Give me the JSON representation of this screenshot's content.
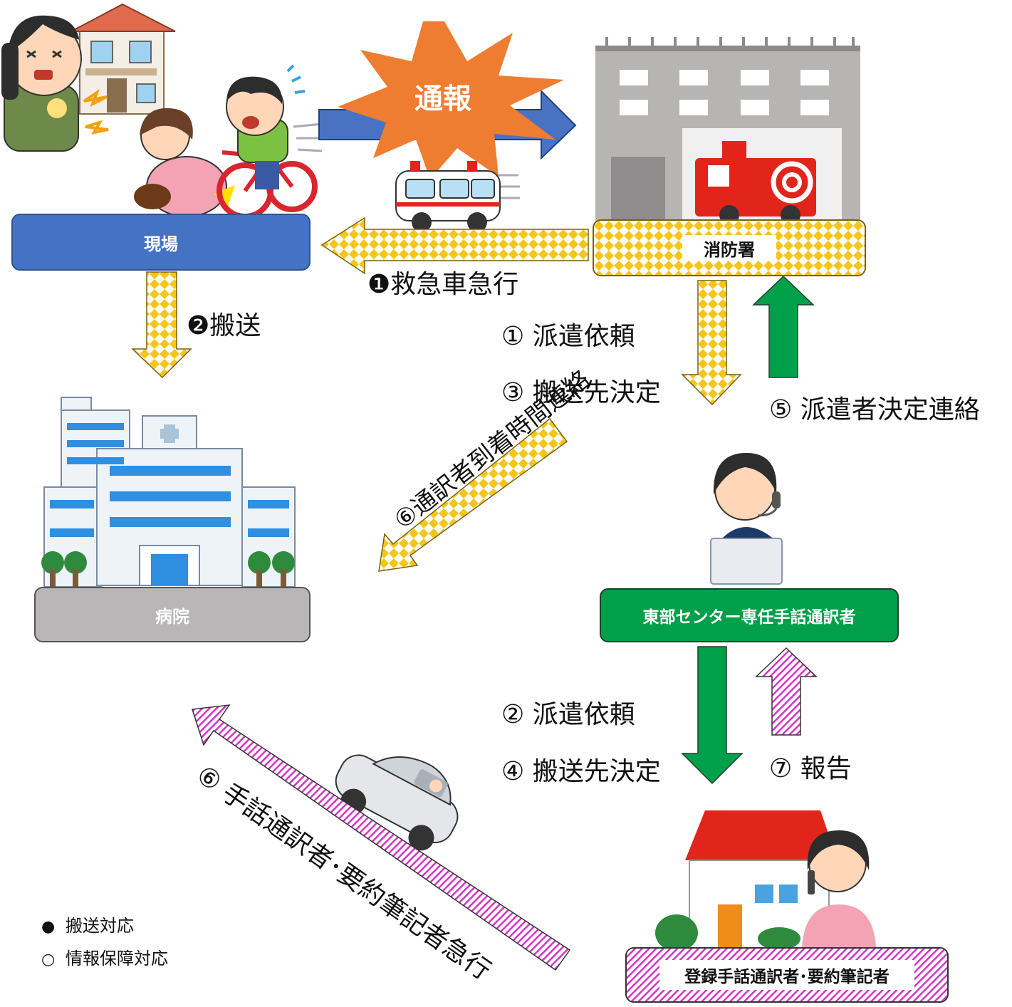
{
  "burst": {
    "text": "通報"
  },
  "nodes": {
    "scene": "現場",
    "fire_station": "消防署",
    "hospital": "病院",
    "center": "東部センター専任手話通訳者",
    "registered": "登録手話通訳者･要約筆記者"
  },
  "steps": {
    "ambulance": {
      "num": "❶",
      "text": "救急車急行"
    },
    "transport": {
      "num": "❷",
      "text": "搬送"
    },
    "s1": {
      "num": "①",
      "text": "派遣依頼"
    },
    "s3": {
      "num": "③",
      "text": "搬送先決定"
    },
    "s5": {
      "num": "⑤",
      "text": "派遣者決定連絡"
    },
    "s6a": {
      "num": "⑥",
      "text": "通訳者到着時間連絡"
    },
    "s2": {
      "num": "②",
      "text": "派遣依頼"
    },
    "s4": {
      "num": "④",
      "text": "搬送先決定"
    },
    "s7": {
      "num": "⑦",
      "text": "報告"
    },
    "s6b": {
      "num": "⑥",
      "text": "手話通訳者･要約筆記者急行"
    }
  },
  "legend": [
    {
      "mark": "●",
      "text": "搬送対応"
    },
    {
      "mark": "○",
      "text": "情報保障対応"
    }
  ],
  "colors": {
    "scene_box": "#4472c4",
    "hospital_box": "#b8b6b7",
    "center_box": "#00a04a",
    "blue_arrow": "#4a72c2",
    "burst": "#ee7d31",
    "green_arrow": "#00a04a",
    "yellow_check": "#f5c518",
    "pink_hatch": "#d633c4"
  }
}
